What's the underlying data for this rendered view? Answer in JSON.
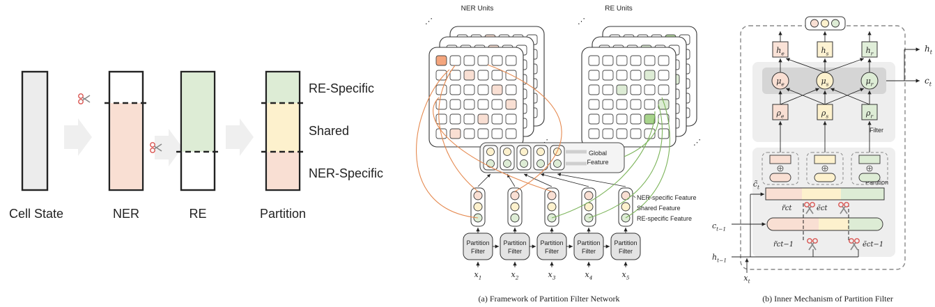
{
  "left_panel": {
    "labels": {
      "cell_state": "Cell State",
      "ner": "NER",
      "re": "RE",
      "partition": "Partition"
    },
    "partition_regions": {
      "re_specific": "RE-Specific",
      "shared": "Shared",
      "ner_specific": "NER-Specific"
    }
  },
  "panel_a": {
    "ner_units_title": "NER Units",
    "re_units_title": "RE Units",
    "global_feature": [
      "Global",
      "Feature"
    ],
    "legend": {
      "ner_specific": "NER-specific Feature",
      "shared": "Shared Feature",
      "re_specific": "RE-specific Feature"
    },
    "filter_label": [
      "Partition",
      "Filter"
    ],
    "inputs": [
      "x1",
      "x2",
      "x3",
      "x4",
      "x5"
    ],
    "caption": "(a)  Framework of Partition Filter Network"
  },
  "panel_b": {
    "h_boxes": [
      "he",
      "hs",
      "hr"
    ],
    "mu_nodes": [
      "μe",
      "μs",
      "μr"
    ],
    "rho_boxes": [
      "ρe",
      "ρs",
      "ρr"
    ],
    "filter_label": "Filter",
    "partition_label": "Partition",
    "outputs": {
      "h": "ht",
      "c": "ct"
    },
    "inputs": {
      "c_prev": "ct−1",
      "h_prev": "ht−1",
      "x": "xt"
    },
    "c_tilde": "c̃t",
    "scissor_labels": {
      "r_ct": "r̃ct",
      "e_ct": "ẽct",
      "r_ct_prev": "r̃ct−1",
      "e_ct_prev": "ẽct−1"
    },
    "caption": "(b)  Inner Mechanism of Partition Filter"
  },
  "colors": {
    "ner": "#f9dfd3",
    "re": "#ddecd5",
    "shared": "#fdf1cd",
    "gray": "#ececec",
    "orange_line": "#e5894f",
    "green_line": "#7cb45a",
    "scissors": "#d9534f"
  }
}
